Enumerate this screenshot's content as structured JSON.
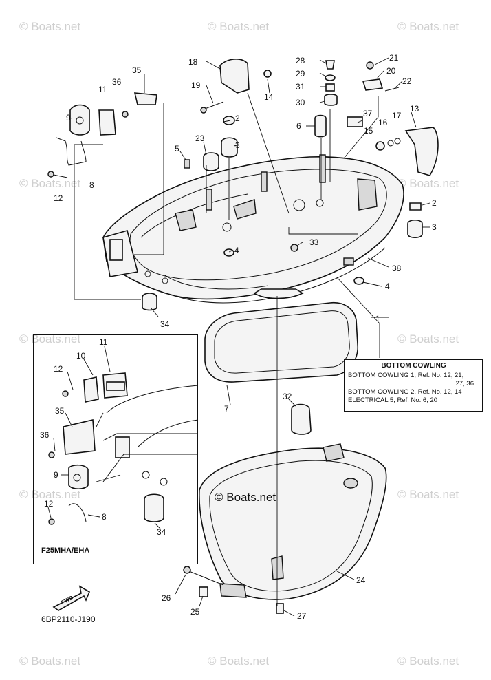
{
  "watermark": "© Boats.net",
  "diagram_code": "6BP2110-J190",
  "inset_label": "F25MHA/EHA",
  "fwd_label": "FWD",
  "embedded_watermark": "© Boats.net",
  "legend": {
    "title": "BOTTOM COWLING",
    "line1": "BOTTOM COWLING 1,  Ref. No. 12, 21,",
    "line1_cont": "27, 36",
    "line2": "BOTTOM COWLING 2,  Ref. No. 12, 14",
    "line3": "ELECTRICAL 5,  Ref. No. 6, 20"
  },
  "callouts": {
    "c1": "1",
    "c2a": "2",
    "c2b": "2",
    "c3a": "3",
    "c3b": "3",
    "c4a": "4",
    "c4b": "4",
    "c5": "5",
    "c6": "6",
    "c7": "7",
    "c8a": "8",
    "c8b": "8",
    "c9a": "9",
    "c9b": "9",
    "c10": "10",
    "c11a": "11",
    "c11b": "11",
    "c12a": "12",
    "c12b": "12",
    "c12c": "12",
    "c13": "13",
    "c14": "14",
    "c15": "15",
    "c16": "16",
    "c17": "17",
    "c18": "18",
    "c19": "19",
    "c20": "20",
    "c21": "21",
    "c22": "22",
    "c23": "23",
    "c24": "24",
    "c25": "25",
    "c26": "26",
    "c27": "27",
    "c28": "28",
    "c29": "29",
    "c30": "30",
    "c31": "31",
    "c32": "32",
    "c33": "33",
    "c34a": "34",
    "c34b": "34",
    "c35a": "35",
    "c35b": "35",
    "c36a": "36",
    "c36b": "36",
    "c37": "37",
    "c38": "38"
  }
}
